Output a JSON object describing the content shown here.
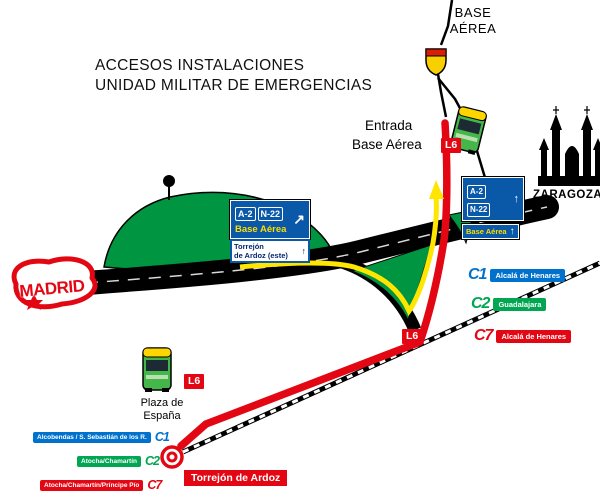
{
  "title": {
    "line1": "ACCESOS INSTALACIONES",
    "line2": "UNIDAD MILITAR DE EMERGENCIAS"
  },
  "base": {
    "name_line1": "BASE",
    "name_line2": "AÉREA"
  },
  "entrance": {
    "line1": "Entrada",
    "line2": "Base Aérea",
    "badge": "L6"
  },
  "cities": {
    "west": "MADRID",
    "east": "ZARAGOZA"
  },
  "sign_west": {
    "road1": "A-2",
    "road2": "N-22",
    "dest": "Base Aérea",
    "sub_line1": "Torrejón",
    "sub_line2": "de Ardoz (este)"
  },
  "sign_east": {
    "road1": "A-2",
    "road2": "N-22",
    "dest": "Base Aérea"
  },
  "bus_line": {
    "badge": "L6",
    "stop_line1": "Plaza de",
    "stop_line2": "España"
  },
  "station": {
    "name": "Torrejón de Ardoz"
  },
  "cercanias_east": [
    {
      "line": "C1",
      "dest": "Alcalá de Henares"
    },
    {
      "line": "C2",
      "dest": "Guadalajara"
    },
    {
      "line": "C7",
      "dest": "Alcalá de Henares"
    }
  ],
  "cercanias_west": [
    {
      "line": "C1",
      "dest": "Alcobendas / S. Sebastián de los R."
    },
    {
      "line": "C2",
      "dest": "Atocha/Chamartín"
    },
    {
      "line": "C7",
      "dest": "Atocha/Chamartín/Príncipe Pío"
    }
  ],
  "icons": {
    "up_arrow": "↑",
    "up_right_arrow": "↗"
  },
  "colors": {
    "sign_blue": "#0A58A8",
    "grass_green": "#009540",
    "route_red": "#E30613",
    "route_yellow": "#FFE500",
    "c1_blue": "#0072CE",
    "c2_green": "#00A651",
    "c7_red": "#E30613",
    "bus_green": "#45B649",
    "bus_yellow": "#FFD500"
  }
}
